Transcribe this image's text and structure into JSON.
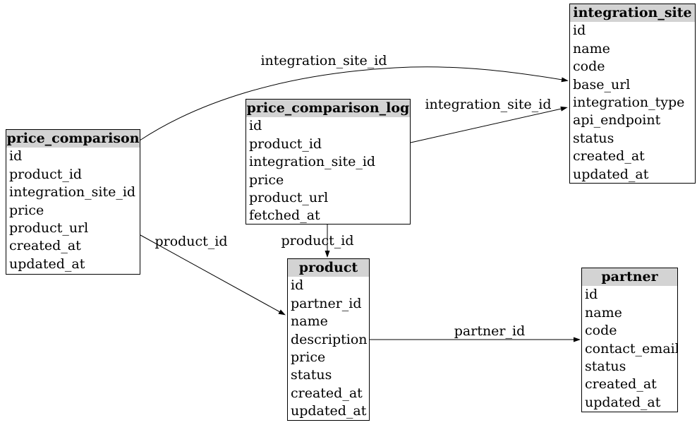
{
  "diagram": {
    "type": "entity-relationship-diagram",
    "background_color": "#ffffff",
    "node_header_color": "#d3d3d3",
    "node_border_color": "#000000",
    "edge_color": "#000000",
    "tables": [
      {
        "title": "price_comparison",
        "columns": [
          "id",
          "product_id",
          "integration_site_id",
          "price",
          "product_url",
          "created_at",
          "updated_at"
        ]
      },
      {
        "title": "price_comparison_log",
        "columns": [
          "id",
          "product_id",
          "integration_site_id",
          "price",
          "product_url",
          "fetched_at"
        ]
      },
      {
        "title": "integration_site",
        "columns": [
          "id",
          "name",
          "code",
          "base_url",
          "integration_type",
          "api_endpoint",
          "status",
          "created_at",
          "updated_at"
        ]
      },
      {
        "title": "product",
        "columns": [
          "id",
          "partner_id",
          "name",
          "description",
          "price",
          "status",
          "created_at",
          "updated_at"
        ]
      },
      {
        "title": "partner",
        "columns": [
          "id",
          "name",
          "code",
          "contact_email",
          "status",
          "created_at",
          "updated_at"
        ]
      }
    ],
    "edges": [
      {
        "label": "integration_site_id",
        "from": "price_comparison",
        "to": "integration_site"
      },
      {
        "label": "integration_site_id",
        "from": "price_comparison_log",
        "to": "integration_site"
      },
      {
        "label": "product_id",
        "from": "price_comparison",
        "to": "product"
      },
      {
        "label": "product_id",
        "from": "price_comparison_log",
        "to": "product"
      },
      {
        "label": "partner_id",
        "from": "product",
        "to": "partner"
      }
    ]
  }
}
